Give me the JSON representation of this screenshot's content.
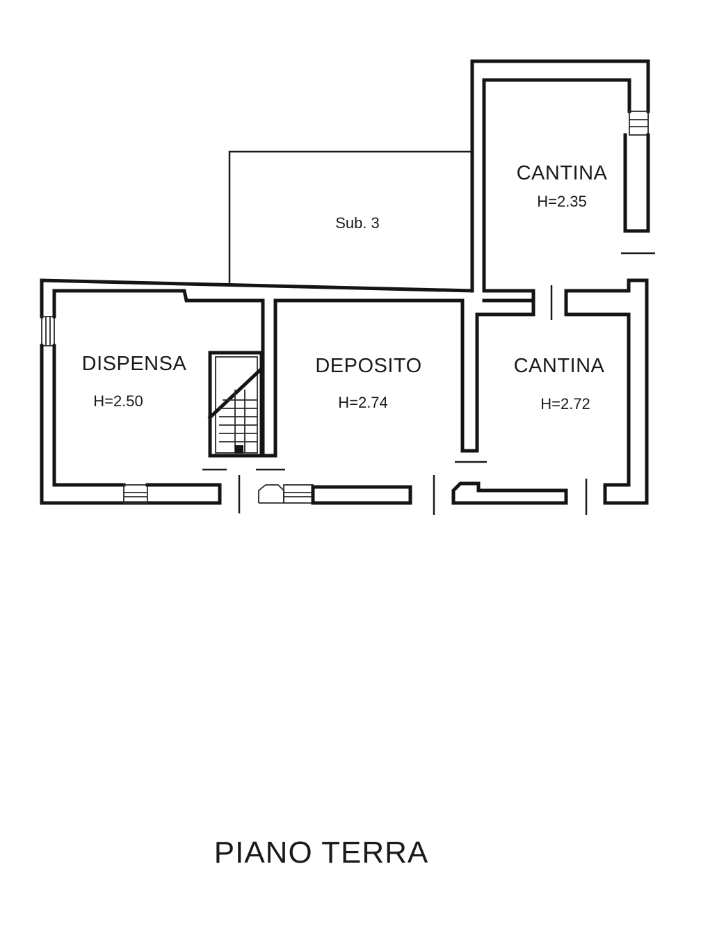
{
  "floor_title": "PIANO TERRA",
  "neighbor_unit": {
    "label": "Sub. 3"
  },
  "rooms": [
    {
      "name": "CANTINA",
      "height": "H=2.35"
    },
    {
      "name": "DISPENSA",
      "height": "H=2.50"
    },
    {
      "name": "DEPOSITO",
      "height": "H=2.74"
    },
    {
      "name": "CANTINA",
      "height": "H=2.72"
    }
  ],
  "colors": {
    "ink": "#141414",
    "background": "#ffffff"
  }
}
